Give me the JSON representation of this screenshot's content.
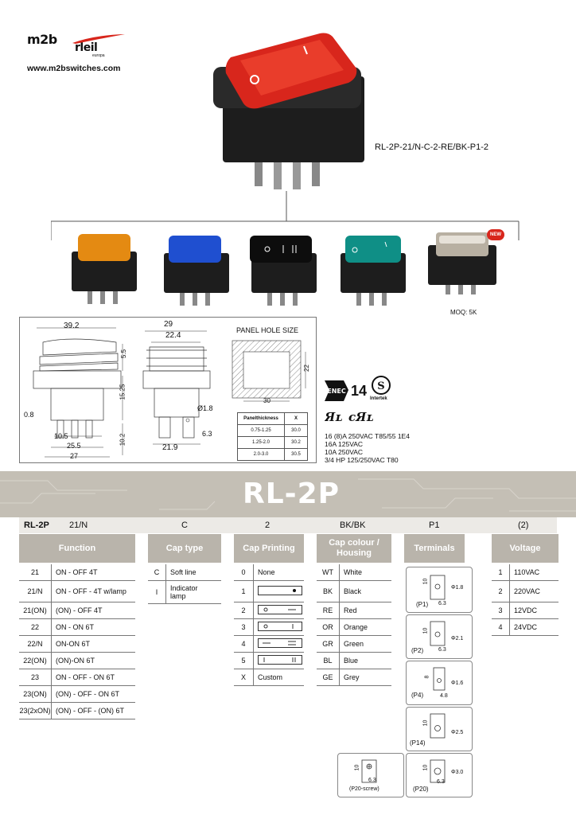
{
  "brand": {
    "logo_top": "m2b",
    "logo_sub": "rleil",
    "logo_small": "europa",
    "website": "www.m2bswitches.com"
  },
  "main_part_number": "RL-2P-21/N-C-2-RE/BK-P1-2",
  "variants_note": {
    "new_badge": "NEW",
    "moq": "MOQ: 5K"
  },
  "drawing": {
    "dims_front": {
      "width": "39.2",
      "d1": "0.8",
      "d2": "10.5",
      "d3": "25.5",
      "d4": "27",
      "side_h1": "5.5",
      "side_h2": "15.25",
      "side_h3": "10.2"
    },
    "dims_side": {
      "w1": "29",
      "w2": "22.4",
      "dia": "Ø1.8",
      "d5": "6.3",
      "d6": "21.9"
    },
    "panel_hole": {
      "title": "PANEL HOLE SIZE",
      "width": "30",
      "height": "22"
    },
    "panel_table": {
      "headers": [
        "Panelthickness",
        "X"
      ],
      "rows": [
        [
          "0.75-1.25",
          "30.0"
        ],
        [
          "1.25-2.0",
          "30.2"
        ],
        [
          "2.0-3.0",
          "30.5"
        ]
      ]
    },
    "marks": {
      "enec": "14",
      "intertek": "Intertek"
    },
    "ratings": [
      "16 (8)A 250VAC T85/55 1E4",
      "16A 125VAC",
      "10A 250VAC",
      "3/4 HP 125/250VAC T80"
    ]
  },
  "banner": {
    "title": "RL-2P"
  },
  "code": {
    "prefix": "RL-2P",
    "parts": [
      "21/N",
      "C",
      "2",
      "BK/BK",
      "P1",
      "(2)"
    ]
  },
  "headers": {
    "function": "Function",
    "cap_type": "Cap type",
    "cap_printing": "Cap Printing",
    "cap_colour": "Cap colour /\nHousing",
    "terminals": "Terminals",
    "voltage": "Voltage"
  },
  "functions": [
    [
      "21",
      "ON - OFF 4T"
    ],
    [
      "21/N",
      "ON - OFF - 4T w/lamp"
    ],
    [
      "21(ON)",
      "(ON) - OFF 4T"
    ],
    [
      "22",
      "ON - ON 6T"
    ],
    [
      "22/N",
      "ON-ON 6T"
    ],
    [
      "22(ON)",
      "(ON)-ON 6T"
    ],
    [
      "23",
      "ON - OFF - ON 6T"
    ],
    [
      "23(ON)",
      "(ON) - OFF - ON 6T"
    ],
    [
      "23(2xON)",
      "(ON) - OFF - (ON) 6T"
    ]
  ],
  "cap_types": [
    [
      "C",
      "Soft line"
    ],
    [
      "I",
      "Indicator lamp"
    ]
  ],
  "cap_printing": [
    [
      "0",
      "None"
    ],
    [
      "1",
      ""
    ],
    [
      "2",
      ""
    ],
    [
      "3",
      ""
    ],
    [
      "4",
      ""
    ],
    [
      "5",
      ""
    ],
    [
      "X",
      "Custom"
    ]
  ],
  "colours": [
    [
      "WT",
      "White"
    ],
    [
      "BK",
      "Black"
    ],
    [
      "RE",
      "Red"
    ],
    [
      "OR",
      "Orange"
    ],
    [
      "GR",
      "Green"
    ],
    [
      "BL",
      "Blue"
    ],
    [
      "GE",
      "Grey"
    ]
  ],
  "terminals": [
    {
      "code": "(P1)",
      "h": "10",
      "w": "6.3",
      "dia": "Φ1.8"
    },
    {
      "code": "(P2)",
      "h": "10",
      "w": "6.3",
      "dia": "Φ2.1"
    },
    {
      "code": "(P4)",
      "h": "8",
      "w": "4.8",
      "dia": "Φ1.6"
    },
    {
      "code": "(P14)",
      "h": "10",
      "w": "",
      "dia": "Φ2.5"
    },
    {
      "code": "(P20)",
      "h": "10",
      "w": "6.3",
      "dia": "Φ3.0"
    },
    {
      "code": "(P20-screw)",
      "h": "10",
      "w": "6.3",
      "dia": ""
    }
  ],
  "voltages": [
    [
      "1",
      "110VAC"
    ],
    [
      "2",
      "220VAC"
    ],
    [
      "3",
      "12VDC"
    ],
    [
      "4",
      "24VDC"
    ]
  ],
  "colors": {
    "banner": "#c4bfb5",
    "header": "#b9b4ab",
    "red_cap": "#d8261c",
    "orange_cap": "#e48a12",
    "blue_cap": "#1f4fd0",
    "teal_cap": "#0f8f86",
    "silver_cap": "#b8b0a2"
  }
}
